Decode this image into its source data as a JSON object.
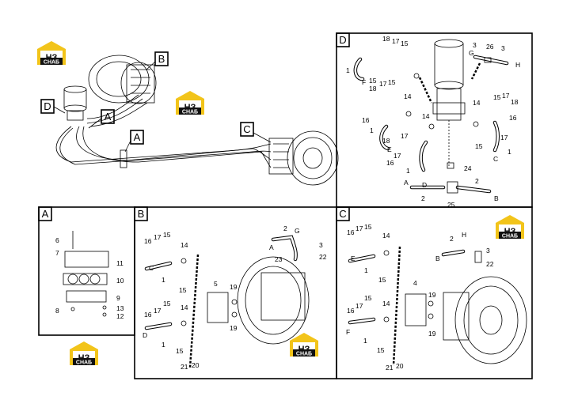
{
  "logo": {
    "mark": "НЗ",
    "word": "СНАБ",
    "color_yellow": "#f2c41a",
    "color_dark": "#111111"
  },
  "panels": {
    "A": {
      "caption": "A",
      "labels": [
        "6",
        "7",
        "11",
        "10",
        "9",
        "8",
        "13",
        "12"
      ]
    },
    "B": {
      "caption": "B",
      "labels": [
        "16",
        "17",
        "15",
        "14",
        "C",
        "1",
        "15",
        "16",
        "17",
        "15",
        "14",
        "D",
        "1",
        "15",
        "5",
        "19",
        "19",
        "2",
        "A",
        "G",
        "3",
        "23",
        "22",
        "21",
        "20"
      ]
    },
    "C": {
      "caption": "C",
      "labels": [
        "16",
        "17",
        "15",
        "14",
        "E",
        "1",
        "15",
        "16",
        "17",
        "15",
        "14",
        "F",
        "1",
        "15",
        "4",
        "19",
        "19",
        "2",
        "B",
        "H",
        "3",
        "22",
        "21",
        "20"
      ]
    },
    "D": {
      "caption": "D",
      "labels": [
        "18",
        "17",
        "15",
        "1",
        "F",
        "15",
        "18",
        "17",
        "15",
        "16",
        "14",
        "14",
        "1",
        "18",
        "17",
        "E",
        "16",
        "17",
        "1",
        "3",
        "26",
        "3",
        "G",
        "H",
        "15",
        "17",
        "18",
        "14",
        "16",
        "15",
        "17",
        "1",
        "C",
        "24",
        "A",
        "D",
        "2",
        "2",
        "25",
        "B"
      ]
    }
  },
  "overview": {
    "callouts": [
      "B",
      "D",
      "A",
      "A",
      "C"
    ]
  }
}
